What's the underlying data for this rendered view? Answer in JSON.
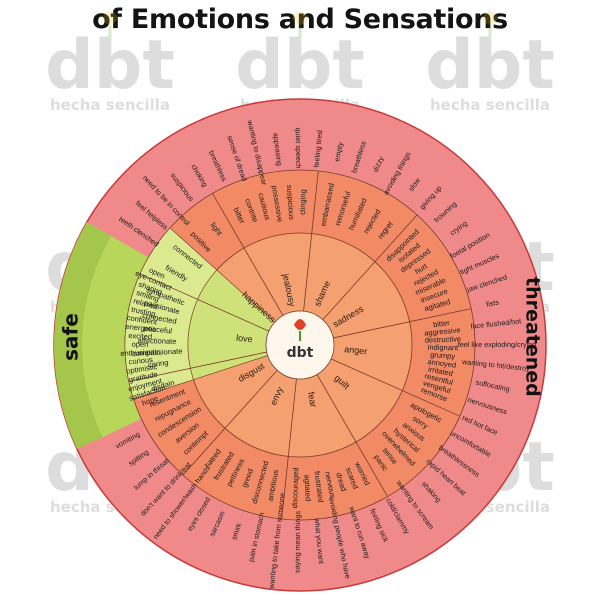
{
  "title": "of Emotions and Sensations",
  "watermark": {
    "logo": "dbt",
    "tagline": "hecha sencilla"
  },
  "center_logo": "dbt",
  "zones": {
    "safe": "safe",
    "threatened": "threatened"
  },
  "colors": {
    "outer_red": "#f08a8a",
    "outer_ring_border": "#c93a3a",
    "safe_green": "#a4c64a",
    "ring_orange": "#f28a66",
    "inner_orange": "#f4a070",
    "core_green": "#d8e88a",
    "line": "#7a3a2a"
  },
  "core": {
    "labels": [
      "shame",
      "sadness",
      "anger",
      "guilt",
      "fear",
      "envy",
      "disgust",
      "love",
      "happiness",
      "jealousy"
    ]
  },
  "sectors": [
    {
      "name": "jealousy",
      "emotions": [
        "bitter",
        "contrite",
        "cautious",
        "possessive",
        "suspicious",
        "clinging"
      ]
    },
    {
      "name": "shame",
      "emotions": [
        "embarrassed",
        "remorseful",
        "humiliated",
        "rejected",
        "regret"
      ]
    },
    {
      "name": "sadness",
      "emotions": [
        "disappointed",
        "isolated",
        "depressed",
        "hurt",
        "rejected",
        "miserable",
        "insecure",
        "agitated"
      ]
    },
    {
      "name": "anger",
      "emotions": [
        "bitter",
        "aggressive",
        "destructive",
        "indignant",
        "grumpy",
        "annoyed",
        "irritated",
        "resentful",
        "vengeful",
        "remorse"
      ]
    },
    {
      "name": "guilt",
      "emotions": [
        "apologetic",
        "sorry",
        "anxious",
        "hysterical",
        "overwhelmed",
        "tense",
        "panic"
      ]
    },
    {
      "name": "fear",
      "emotions": [
        "worried",
        "scared",
        "dread",
        "nervous",
        "frustrated",
        "agitated",
        "discouraged"
      ]
    },
    {
      "name": "envy",
      "emotions": [
        "ambitious",
        "disconnected",
        "greed",
        "pettiness",
        "frustrated",
        "hatred"
      ]
    },
    {
      "name": "disgust",
      "emotions": [
        "contempt",
        "aversion",
        "condescension",
        "repugnance",
        "resentment",
        "disdain"
      ]
    },
    {
      "name": "love",
      "emotions": [
        "caring",
        "compassionate",
        "affectionate",
        "peaceful",
        "connected",
        "passionate",
        "sympathetic"
      ]
    },
    {
      "name": "happiness",
      "emotions": [
        "friendly",
        "connected",
        "positive",
        "light"
      ]
    }
  ],
  "safe_words": [
    "hope",
    "satisfaction",
    "enjoyment",
    "gratitude",
    "optimistic",
    "curious",
    "enthusiastic",
    "open",
    "excited",
    "energetic",
    "confident",
    "trusting",
    "relaxed",
    "smiling",
    "sharing",
    "eye-contact",
    "open"
  ],
  "sensations": [
    "teeth clenched",
    "feel helpless",
    "need to be in control",
    "suspicious",
    "choking",
    "breathless",
    "sense of dread",
    "wanting to disappear",
    "appeasing",
    "quiet speech",
    "feeling tired",
    "empty",
    "breathless",
    "dizzy",
    "avoiding things",
    "slow",
    "giving up",
    "frowning",
    "crying",
    "foetal position",
    "tight muscles",
    "jaw clenched",
    "fists",
    "face flushed/hot",
    "feel like exploding/crying",
    "wanting to hit/destroy",
    "suffocating",
    "nervousness",
    "red hot face",
    "uncomfortable",
    "breathlessness",
    "rapid heart beat",
    "shaking",
    "wanting to scream",
    "cold/clammy",
    "feeling sick",
    "want to run away",
    "avoiding people who have",
    "what you want",
    "saying mean things",
    "wanting to take from someone",
    "pain in stomach",
    "smirk",
    "sarcasm",
    "eyes closed",
    "need to shower/wash hands",
    "don't want to drink/eat",
    "lump in throat",
    "spitting",
    "vomiting"
  ]
}
